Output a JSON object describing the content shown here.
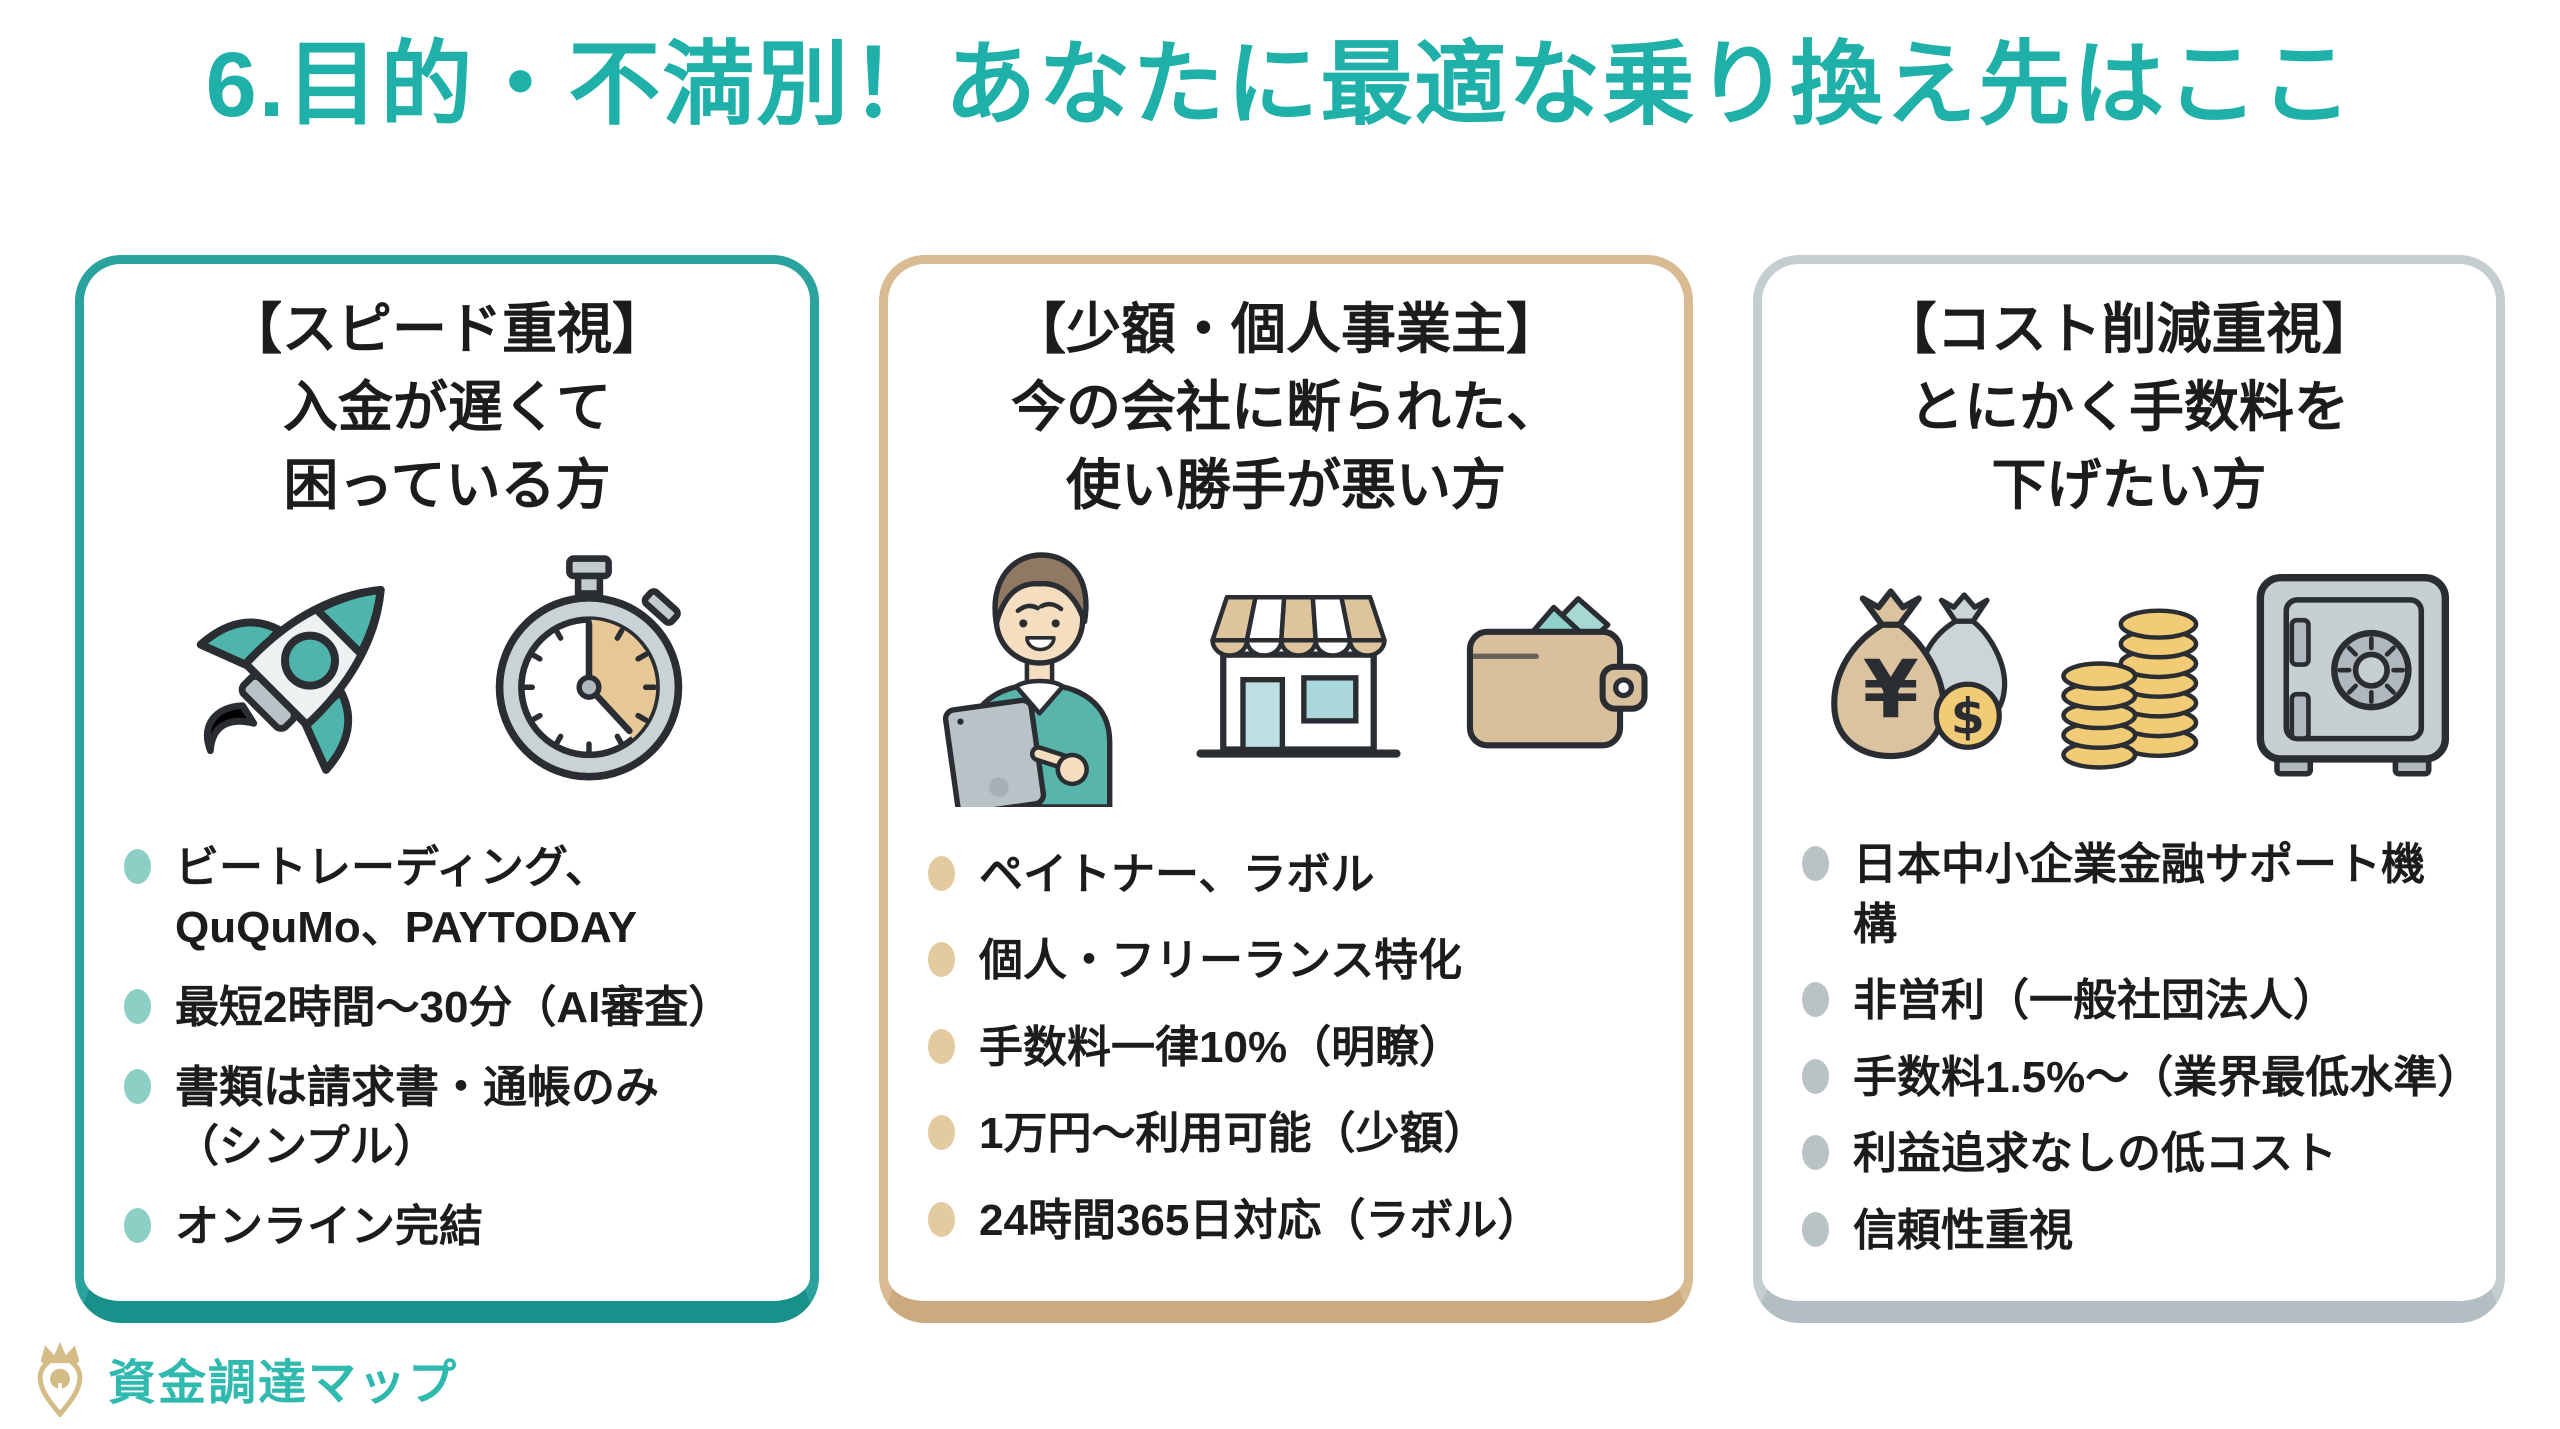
{
  "title": "6.目的・不満別！あなたに最適な乗り換え先はここ",
  "colors": {
    "background": "#ffffff",
    "title": "#1fb1a9",
    "text": "#1c1c1c",
    "brand_teal": "#2fb9af",
    "brand_gold": "#d4bc86",
    "icon_teal": "#4fb5ac",
    "icon_tan": "#dcc3a0",
    "icon_gray": "#c6cfd2",
    "icon_gold": "#f1cb76"
  },
  "cards": [
    {
      "id": "speed",
      "accent": "#2aa39e",
      "accent_dark": "#18918b",
      "bullet_color": "#8ccfc4",
      "header_lines": [
        "【スピード重視】",
        "入金が遅くて",
        "困っている方"
      ],
      "icons": [
        "rocket-icon",
        "stopwatch-icon"
      ],
      "bullets": [
        "ビートレーディング、\nQuQuMo、PAYTODAY",
        "最短2時間～30分（AI審査）",
        "書類は請求書・通帳のみ\n（シンプル）",
        "オンライン完結"
      ]
    },
    {
      "id": "small-individual",
      "accent": "#d8bb91",
      "accent_dark": "#ccaa7d",
      "bullet_color": "#e3ca9f",
      "header_lines": [
        "【少額・個人事業主】",
        "今の会社に断られた、",
        "使い勝手が悪い方"
      ],
      "icons": [
        "freelancer-icon",
        "storefront-icon",
        "wallet-icon"
      ],
      "bullets": [
        "ペイトナー、ラボル",
        "個人・フリーランス特化",
        "手数料一律10%（明瞭）",
        "1万円～利用可能（少額）",
        "24時間365日対応（ラボル）"
      ]
    },
    {
      "id": "cost-cut",
      "accent": "#c4ced1",
      "accent_dark": "#b2bec2",
      "bullet_color": "#b9c3c6",
      "header_lines": [
        "【コスト削減重視】",
        "とにかく手数料を",
        "下げたい方"
      ],
      "icons": [
        "money-bags-icon",
        "coin-stack-icon",
        "safe-icon"
      ],
      "bullets": [
        "日本中小企業金融サポート機構",
        "非営利（一般社団法人）",
        "手数料1.5%～（業界最低水準）",
        "利益追求なしの低コスト",
        "信頼性重視"
      ]
    }
  ],
  "footer": {
    "brand": "資金調達マップ"
  }
}
